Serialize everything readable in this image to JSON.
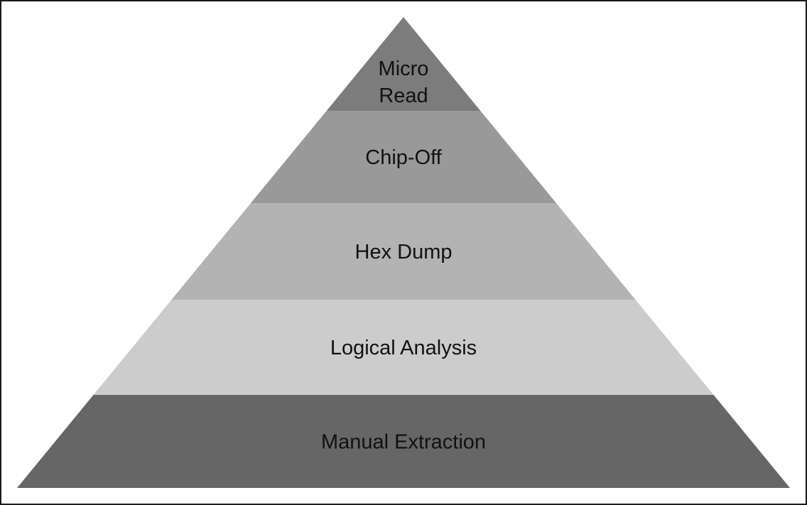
{
  "diagram": {
    "tiers": [
      {
        "id": "micro-read",
        "lines": [
          "Micro",
          "Read"
        ],
        "fill": "#7c7c7c"
      },
      {
        "id": "chip-off",
        "lines": [
          "Chip-Off"
        ],
        "fill": "#999999"
      },
      {
        "id": "hex-dump",
        "lines": [
          "Hex Dump"
        ],
        "fill": "#b3b3b3"
      },
      {
        "id": "logical-analysis",
        "lines": [
          "Logical Analysis"
        ],
        "fill": "#cccccc"
      },
      {
        "id": "manual-extraction",
        "lines": [
          "Manual Extraction"
        ],
        "fill": "#666666"
      }
    ]
  }
}
